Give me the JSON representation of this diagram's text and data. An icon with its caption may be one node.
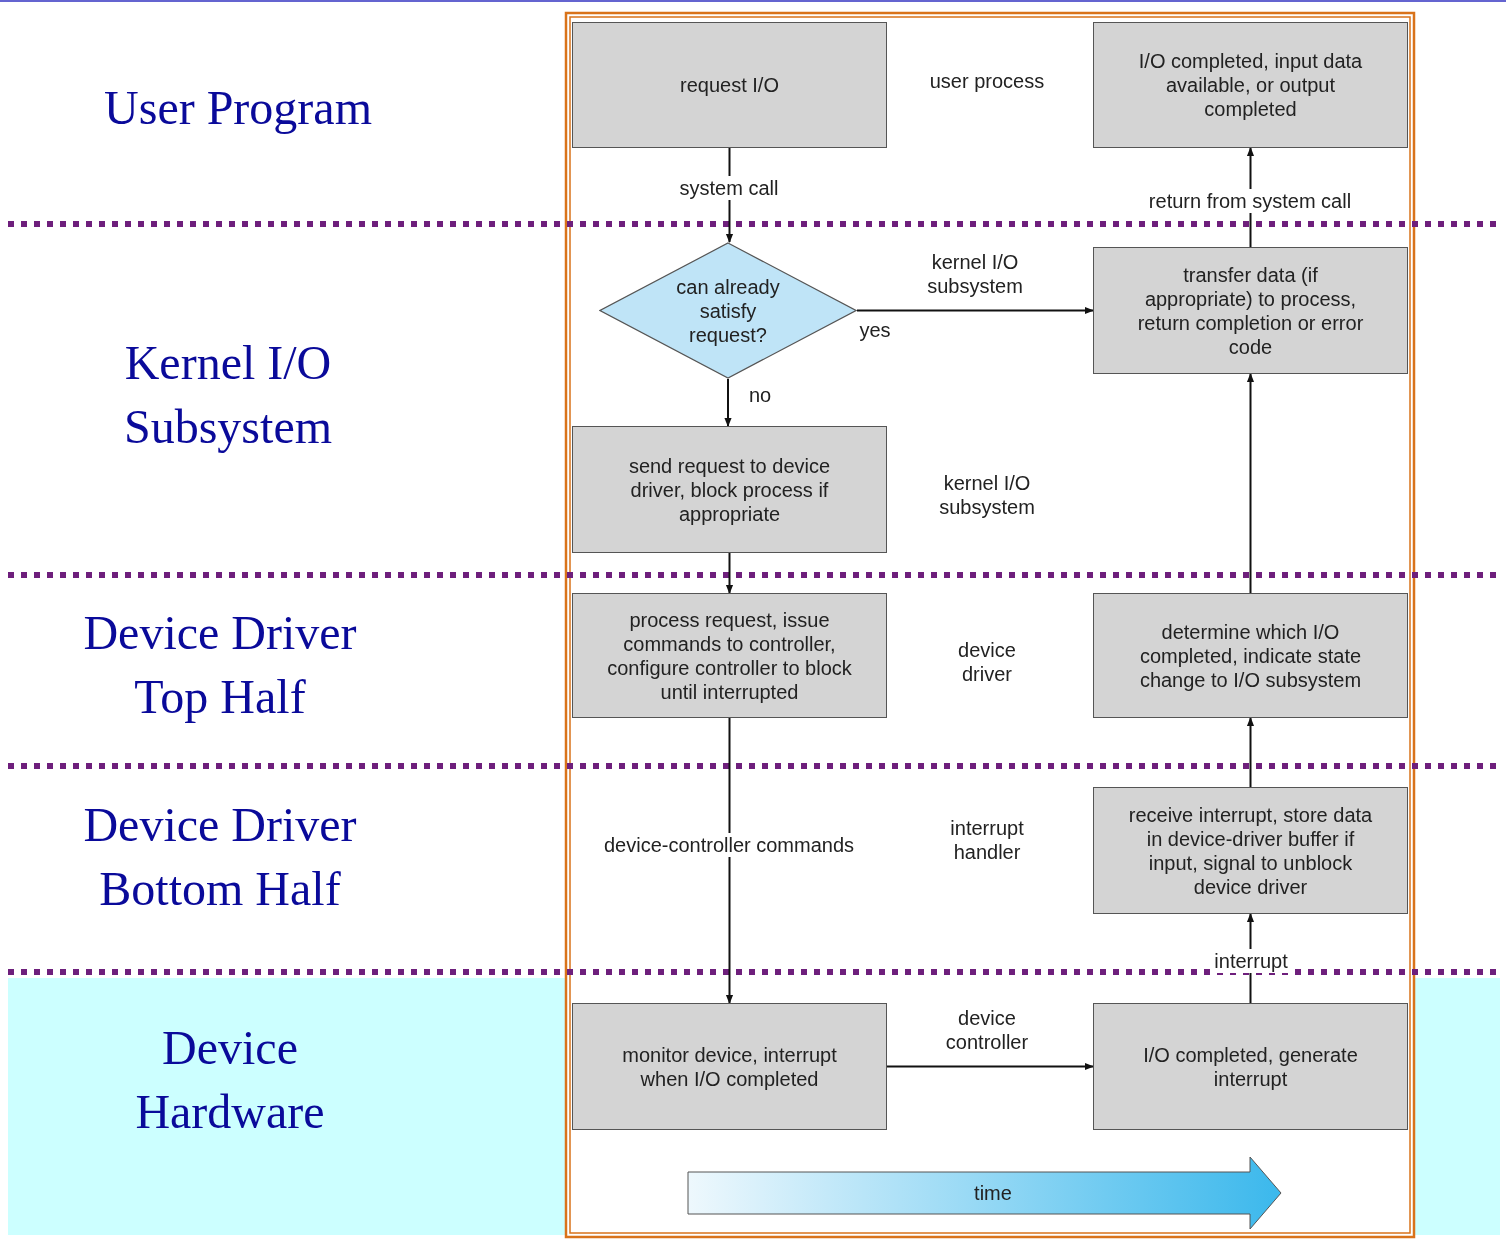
{
  "diagram": {
    "nodes": [
      {
        "text": [
          "request I/O"
        ]
      },
      {
        "text": [
          "can already satisfy request?"
        ]
      },
      {
        "text": [
          "send request to device driver, block process if appropriate"
        ]
      },
      {
        "text": [
          "process request, issue commands to controller, configure controller to block until interrupted"
        ]
      },
      {
        "text": [
          "monitor device, interrupt when I/O completed"
        ]
      },
      {
        "text": [
          "I/O completed, generate interrupt"
        ]
      },
      {
        "text": [
          "receive interrupt, store data in device-driver buffer if input, signal to unblock device driver"
        ]
      },
      {
        "text": [
          "determine which I/O completed, indicate state change to I/O subsystem"
        ]
      },
      {
        "text": [
          "transfer data (if appropriate) to process, return completion or error code"
        ]
      },
      {
        "text": [
          "I/O completed, input data available, or output completed"
        ]
      }
    ],
    "edges": [
      {
        "from": 0,
        "to": 1,
        "arrow": "to",
        "label": "system call"
      },
      {
        "from": 1,
        "to": 8,
        "arrow": "to",
        "label": "yes"
      },
      {
        "from": 1,
        "to": 2,
        "arrow": "to",
        "label": "no"
      },
      {
        "from": 2,
        "to": 3,
        "arrow": "to"
      },
      {
        "from": 3,
        "to": 4,
        "arrow": "to",
        "label": "device-controller commands"
      },
      {
        "from": 4,
        "to": 5,
        "arrow": "to"
      },
      {
        "from": 5,
        "to": 6,
        "arrow": "to",
        "label": "interrupt"
      },
      {
        "from": 6,
        "to": 7,
        "arrow": "to"
      },
      {
        "from": 7,
        "to": 8,
        "arrow": "to"
      },
      {
        "from": 8,
        "to": 9,
        "arrow": "to",
        "label": "return from system call"
      }
    ],
    "labels": [
      "User Program",
      "user process",
      "Kernel I/O Subsystem",
      "kernel I/O subsystem",
      "kernel I/O subsystem",
      "Device Driver Top Half",
      "device driver",
      "Device Driver Bottom Half",
      "interrupt handler",
      "Device Hardware",
      "device controller",
      "time"
    ]
  }
}
